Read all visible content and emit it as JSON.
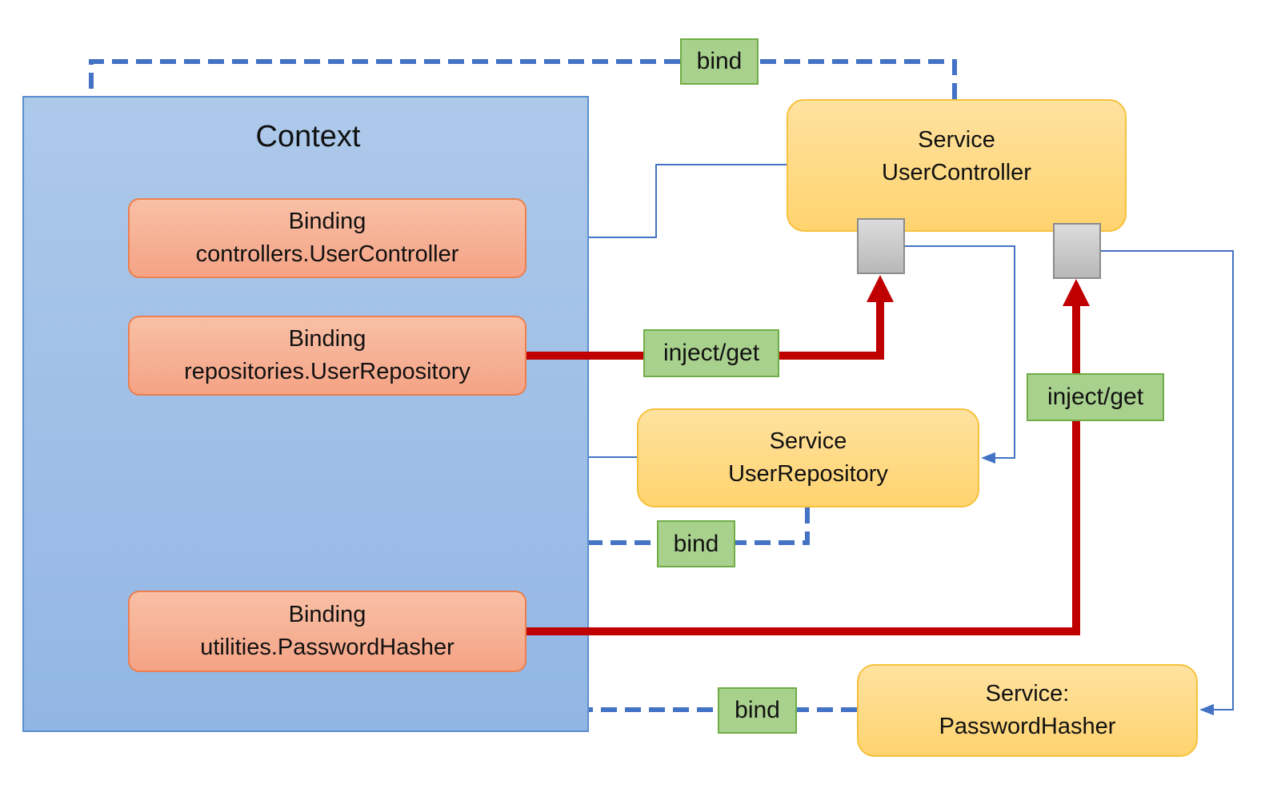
{
  "context": {
    "title": "Context"
  },
  "bindings": [
    {
      "id": "binding-user-controller",
      "type": "Binding",
      "name": "controllers.UserController"
    },
    {
      "id": "binding-user-repository",
      "type": "Binding",
      "name": "repositories.UserRepository"
    },
    {
      "id": "binding-password-hasher",
      "type": "Binding",
      "name": "utilities.PasswordHasher"
    }
  ],
  "services": [
    {
      "id": "service-user-controller",
      "type": "Service",
      "name": "UserController"
    },
    {
      "id": "service-user-repository",
      "type": "Service",
      "name": "UserRepository"
    },
    {
      "id": "service-password-hasher",
      "type": "Service:",
      "name": "PasswordHasher"
    }
  ],
  "edge_labels": {
    "bind_top": "bind",
    "bind_middle": "bind",
    "bind_bottom": "bind",
    "inject_controller": "inject/get",
    "inject_hasher": "inject/get"
  },
  "colors": {
    "context_fill": "#9dbfe6",
    "binding_fill": "#f5a385",
    "service_fill": "#ffd36f",
    "label_fill": "#a9d18e",
    "bind_edge": "#4472c4",
    "inject_edge": "#c00000",
    "link_edge": "#4472c4"
  }
}
